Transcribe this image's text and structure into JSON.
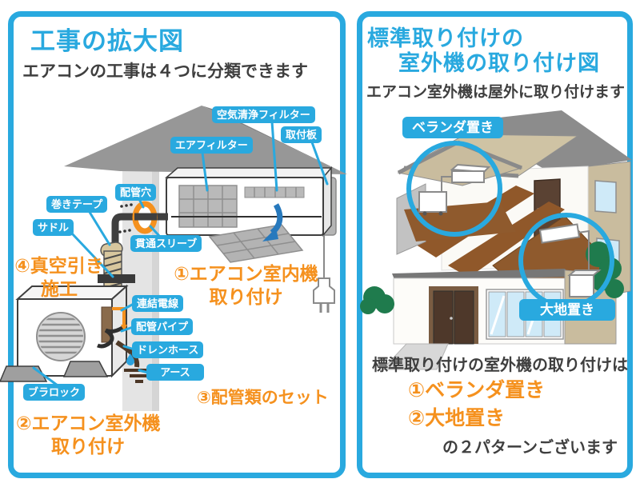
{
  "colors": {
    "accent_blue": "#29a9df",
    "accent_orange": "#f5911e",
    "text_dark": "#3f3f3f",
    "arrow_blue": "#2779bd"
  },
  "left": {
    "title": "工事の拡大図",
    "subtitle": "エアコンの工事は４つに分類できます",
    "labels": {
      "air_purify_filter": "空気清浄フィルター",
      "mounting_plate": "取付板",
      "air_filter": "エアフィルター",
      "pipe_hole": "配管穴",
      "winding_tape": "巻きテープ",
      "saddle": "サドル",
      "through_sleeve": "貫通スリーブ",
      "connecting_wire": "連結電線",
      "pipe": "配管パイプ",
      "drain_hose": "ドレンホース",
      "earth": "アース",
      "pla_block": "ブラロック"
    },
    "steps": {
      "step1_line1": "①エアコン室内機",
      "step1_line2": "取り付け",
      "step2_line1": "②エアコン室外機",
      "step2_line2": "取り付け",
      "step3": "③配管類のセット",
      "step4_line1": "④真空引き",
      "step4_line2": "施工"
    }
  },
  "right": {
    "title_line1": "標準取り付けの",
    "title_line2": "室外機の取り付け図",
    "subtitle": "エアコン室外機は屋外に取り付けます",
    "labels": {
      "veranda": "ベランダ置き",
      "ground": "大地置き"
    },
    "footer": {
      "lead": "標準取り付けの室外機の取り付けは",
      "option1": "①ベランダ置き",
      "option2": "②大地置き",
      "tail": "の２パターンございます"
    }
  }
}
